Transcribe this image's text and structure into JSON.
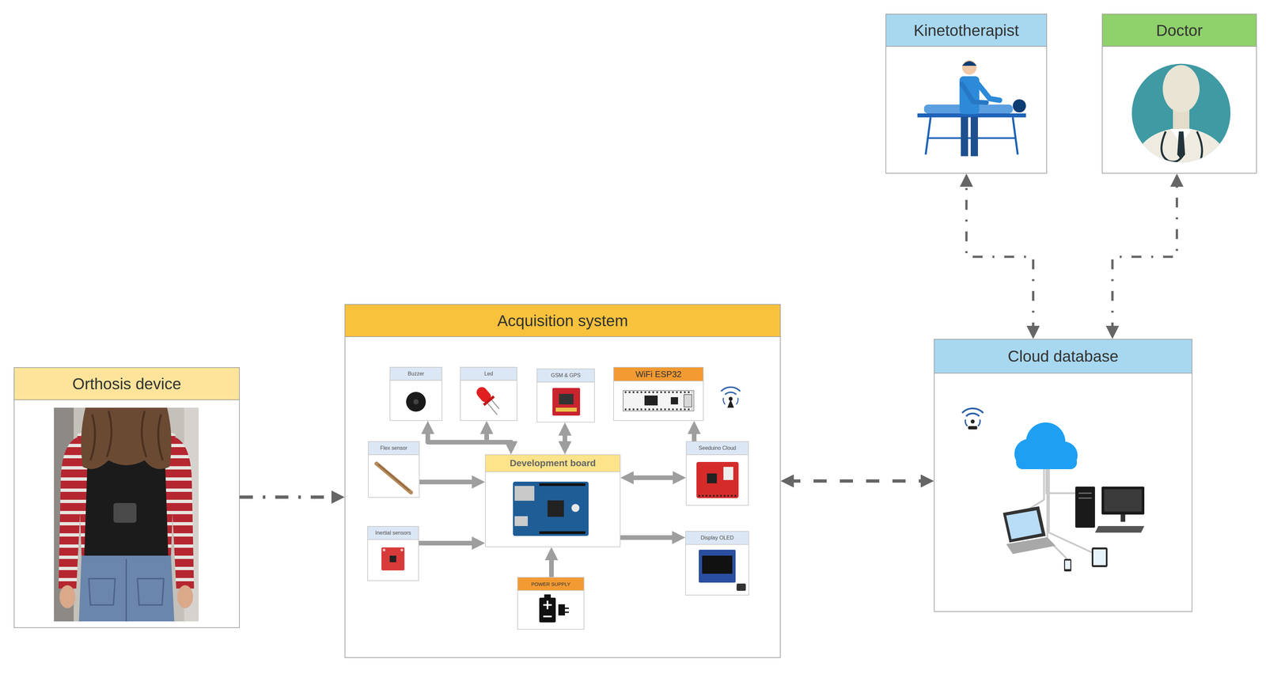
{
  "diagram": {
    "nodes": [
      {
        "text": [
          "Kinetotherapist"
        ]
      },
      {
        "text": [
          "Doctor"
        ]
      },
      {
        "text": [
          "Orthosis device"
        ]
      },
      {
        "text": [
          "Acquisition system"
        ]
      },
      {
        "text": [
          "Buzzer"
        ],
        "in": 3
      },
      {
        "text": [
          "Led"
        ],
        "in": 3
      },
      {
        "text": [
          "GSM & GPS"
        ],
        "in": 3
      },
      {
        "text": [
          "WiFi ESP32"
        ],
        "in": 3
      },
      {
        "text": [
          "Flex sensor"
        ],
        "in": 3
      },
      {
        "text": [
          "Development board"
        ],
        "in": 3
      },
      {
        "text": [
          "Seeduino Cloud"
        ],
        "in": 3
      },
      {
        "text": [
          "Inertial sensors"
        ],
        "in": 3
      },
      {
        "text": [
          "Display OLED"
        ],
        "in": 3
      },
      {
        "text": [
          "POWER SUPPLY"
        ],
        "in": 3
      },
      {
        "text": [
          "Cloud database"
        ]
      }
    ],
    "edges": [
      {
        "from": 2,
        "to": 3,
        "arrow": "to"
      },
      {
        "from": 3,
        "to": 14,
        "arrow": "both"
      },
      {
        "from": 14,
        "to": 0,
        "arrow": "both"
      },
      {
        "from": 14,
        "to": 1,
        "arrow": "both"
      },
      {
        "from": 8,
        "to": 9,
        "arrow": "to"
      },
      {
        "from": 11,
        "to": 9,
        "arrow": "to"
      },
      {
        "from": 9,
        "to": 10,
        "arrow": "both"
      },
      {
        "from": 9,
        "to": 12,
        "arrow": "to"
      },
      {
        "from": 13,
        "to": 9,
        "arrow": "to"
      },
      {
        "from": 6,
        "to": 9,
        "arrow": "both"
      },
      {
        "from": 10,
        "to": 7,
        "arrow": "to"
      },
      {
        "from": 9,
        "to": 4,
        "arrow": "both"
      },
      {
        "from": 9,
        "to": 5,
        "arrow": "both"
      }
    ]
  }
}
